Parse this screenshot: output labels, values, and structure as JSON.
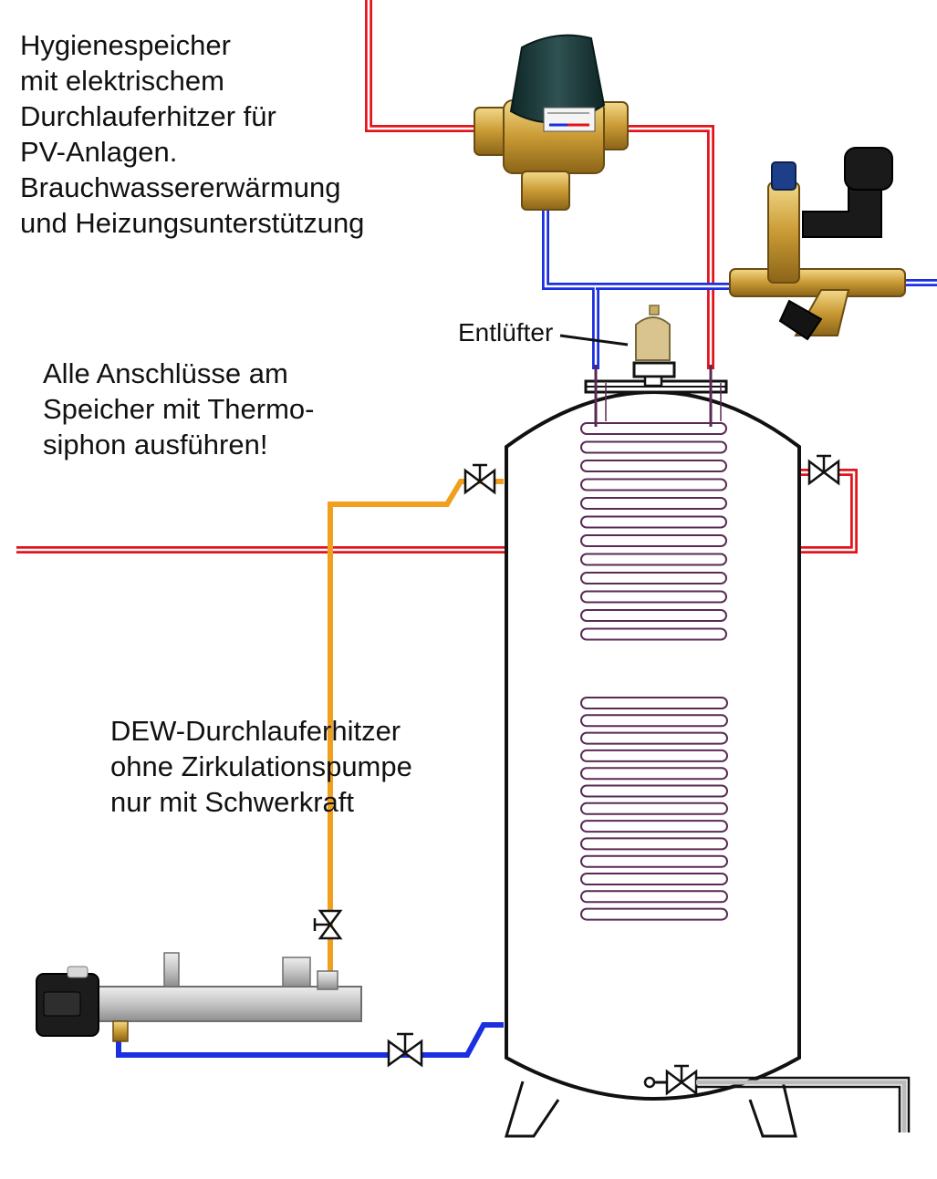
{
  "labels": {
    "title": "Hygienespeicher\nmit elektrischem\nDurchlauferhitzer für\nPV-Anlagen.\nBrauchwassererwärmung\nund Heizungsunterstützung",
    "thermosiphon_note": "Alle Anschlüsse am\nSpeicher mit Thermo-\nsiphon ausführen!",
    "dew_note": "DEW-Durchlauferhitzer\nohne Zirkulationspumpe\nnur mit Schwerkraft",
    "vent": "Entlüfter"
  },
  "colors": {
    "hot_pipe": "#e2141c",
    "cold_pipe": "#1a2fe0",
    "heater_pipe": "#f0a01e",
    "outline": "#111111",
    "coil": "#5a2a55",
    "brass": "#c8a040",
    "valve_body": "#1f3b3b",
    "steel": "#c8c8c8"
  },
  "icons": [
    "thermostatic-mixing-valve-icon",
    "safety-group-icon",
    "air-vent-icon",
    "gate-valve-icon",
    "flow-heater-icon"
  ]
}
